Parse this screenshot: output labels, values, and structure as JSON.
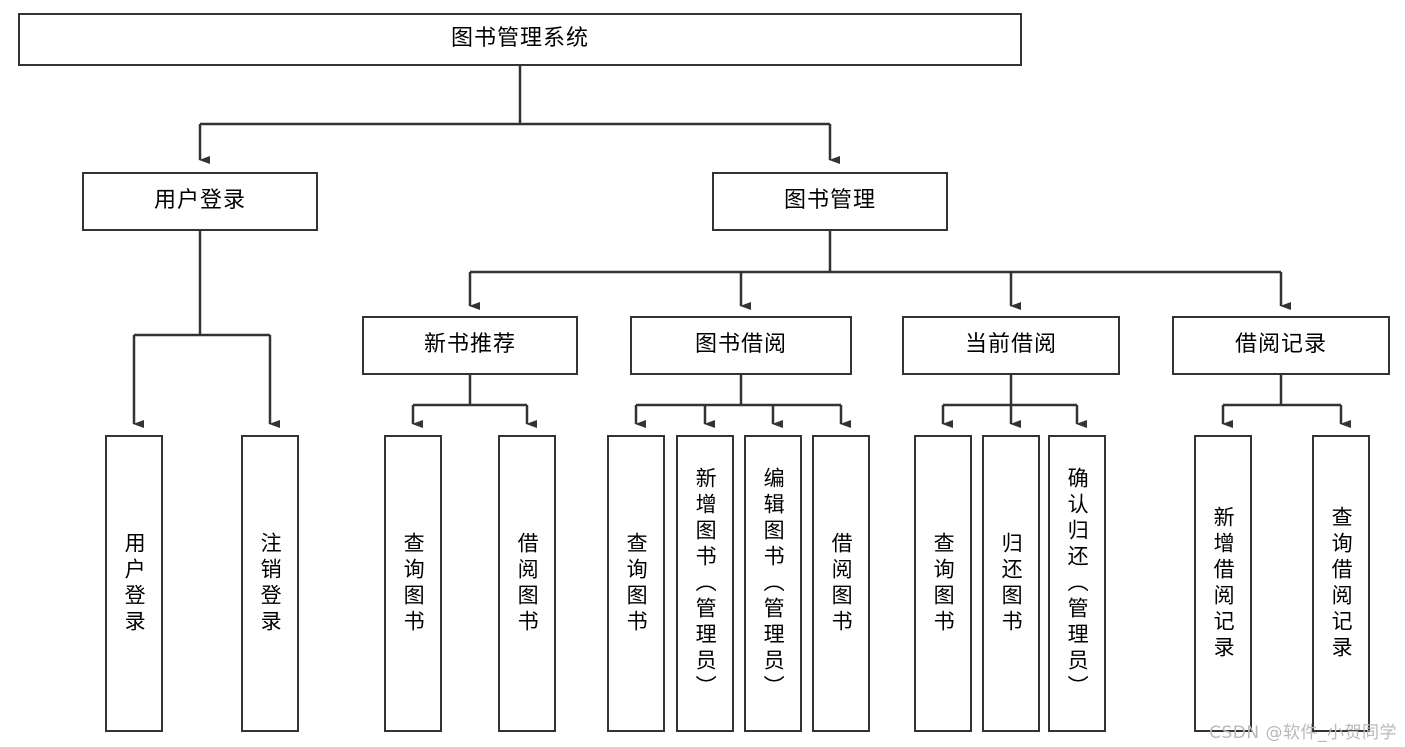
{
  "diagram": {
    "type": "tree-hierarchy",
    "title": "图书管理系统",
    "watermark": "CSDN @软件_小贺同学",
    "colors": {
      "stroke": "#333333",
      "fill": "#ffffff",
      "text": "#000000",
      "watermark": "#b9b9b9"
    },
    "root": {
      "label": "图书管理系统"
    },
    "level1": [
      {
        "label": "用户登录"
      },
      {
        "label": "图书管理"
      }
    ],
    "level2": [
      {
        "label": "新书推荐"
      },
      {
        "label": "图书借阅"
      },
      {
        "label": "当前借阅"
      },
      {
        "label": "借阅记录"
      }
    ],
    "leaves": {
      "user_login": [
        {
          "label": "用户登录"
        },
        {
          "label": "注销登录"
        }
      ],
      "new_book_recommend": [
        {
          "label": "查询图书"
        },
        {
          "label": "借阅图书"
        }
      ],
      "book_borrow": [
        {
          "label": "查询图书"
        },
        {
          "label": "新增图书（管理员）"
        },
        {
          "label": "编辑图书（管理员）"
        },
        {
          "label": "借阅图书"
        }
      ],
      "current_borrow": [
        {
          "label": "查询图书"
        },
        {
          "label": "归还图书"
        },
        {
          "label": "确认归还（管理员）"
        }
      ],
      "borrow_record": [
        {
          "label": "新增借阅记录"
        },
        {
          "label": "查询借阅记录"
        }
      ]
    }
  }
}
